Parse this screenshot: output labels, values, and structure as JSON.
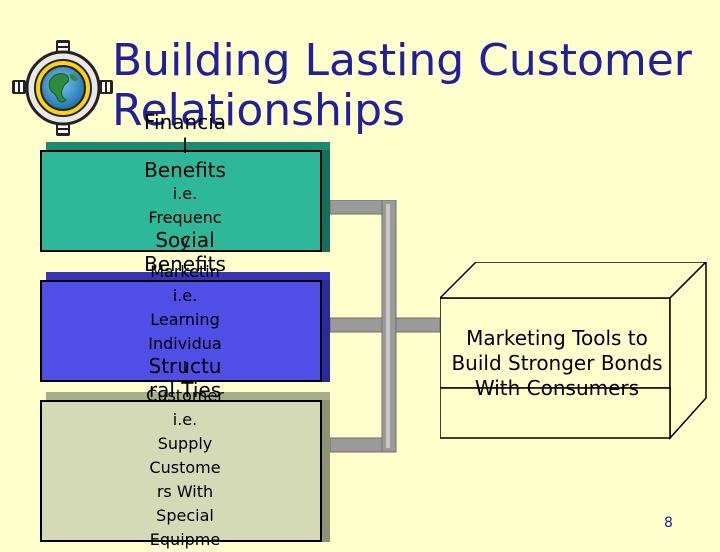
{
  "slide": {
    "title": "Building Lasting Customer Relationships",
    "page_number": "8"
  },
  "tiers": [
    {
      "name_lines": [
        "Financia",
        "l",
        "Benefits"
      ],
      "detail_lines": [
        "i.e.",
        "Frequenc",
        "y"
      ],
      "color": "#2EB89A"
    },
    {
      "name_lines": [
        "Social",
        "Benefits"
      ],
      "detail_lines": [
        "Marketin",
        "i.e.",
        "Learning",
        "Individua",
        "l"
      ],
      "color": "#4F4FE8"
    },
    {
      "name_lines": [
        "Structu",
        "ral Ties"
      ],
      "detail_lines": [
        "Customer",
        "i.e.",
        "Supply",
        "Custome",
        "rs With",
        "Special",
        "Equipme"
      ],
      "color": "#D4D9B6"
    }
  ],
  "target": {
    "lines": [
      "Marketing Tools to",
      "Build Stronger Bonds",
      "With Consumers"
    ]
  },
  "colors": {
    "background": "#FFFFCC",
    "title": "#1F1FA0",
    "connector": "#9A9A9A"
  },
  "icons": [
    "globe-icon",
    "rocker-switch-icon"
  ]
}
